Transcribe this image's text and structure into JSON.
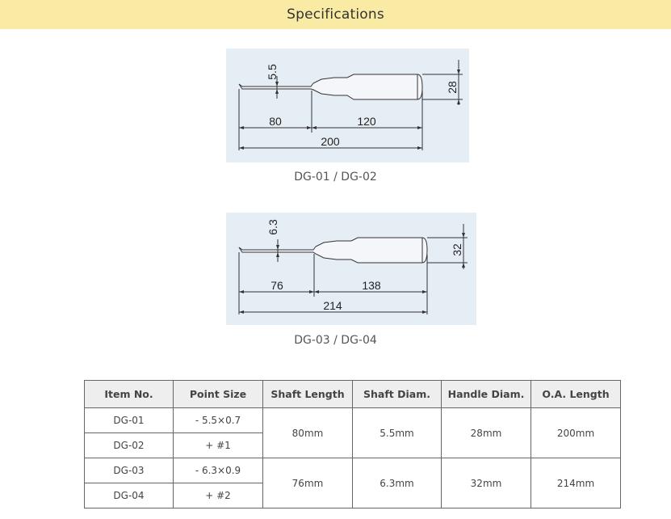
{
  "header": {
    "title": "Specifications"
  },
  "diagrams": [
    {
      "caption": "DG-01 / DG-02",
      "labels": {
        "tip": "5.5",
        "handle": "28",
        "shaft": "80",
        "handle_len": "120",
        "total": "200"
      }
    },
    {
      "caption": "DG-03 / DG-04",
      "labels": {
        "tip": "6.3",
        "handle": "32",
        "shaft": "76",
        "handle_len": "138",
        "total": "214"
      }
    }
  ],
  "table": {
    "headers": [
      "Item No.",
      "Point Size",
      "Shaft Length",
      "Shaft Diam.",
      "Handle Diam.",
      "O.A. Length"
    ],
    "groups": [
      {
        "items": [
          {
            "item": "DG-01",
            "point": "- 5.5×0.7"
          },
          {
            "item": "DG-02",
            "point": "+ #1"
          }
        ],
        "shaft_length": "80mm",
        "shaft_diam": "5.5mm",
        "handle_diam": "28mm",
        "oa_length": "200mm"
      },
      {
        "items": [
          {
            "item": "DG-03",
            "point": "- 6.3×0.9"
          },
          {
            "item": "DG-04",
            "point": "+ #2"
          }
        ],
        "shaft_length": "76mm",
        "shaft_diam": "6.3mm",
        "handle_diam": "32mm",
        "oa_length": "214mm"
      }
    ]
  }
}
